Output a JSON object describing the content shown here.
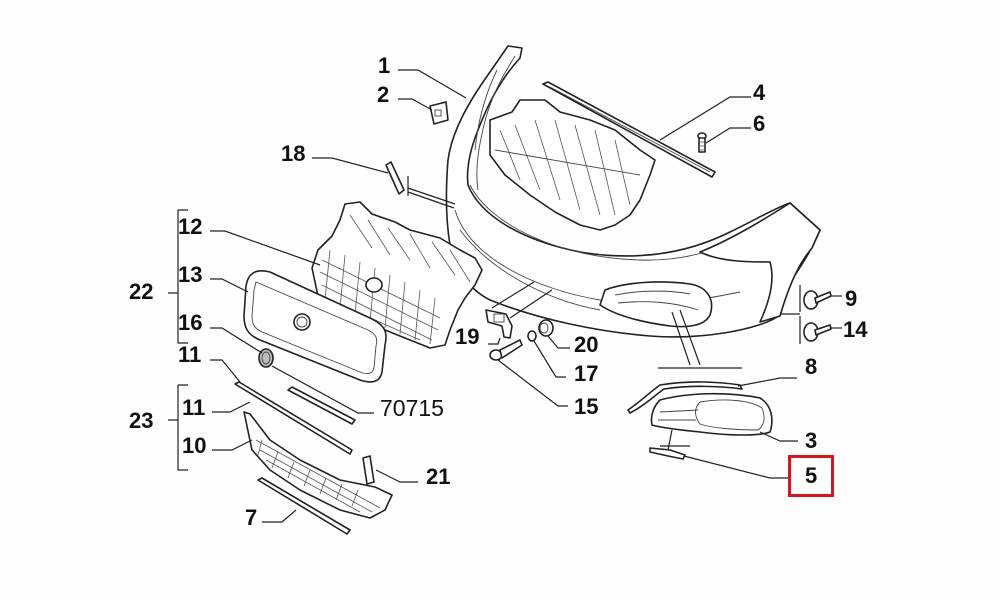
{
  "diagram": {
    "title": "Front bumper exploded parts view",
    "labels": {
      "p1": "1",
      "p2": "2",
      "p3": "3",
      "p4": "4",
      "p5": "5",
      "p6": "6",
      "p7": "7",
      "p8": "8",
      "p9": "9",
      "p10": "10",
      "p11a": "11",
      "p11b": "11",
      "p12": "12",
      "p13": "13",
      "p14": "14",
      "p15": "15",
      "p16": "16",
      "p17": "17",
      "p18": "18",
      "p19": "19",
      "p20": "20",
      "p21": "21",
      "g22": "22",
      "g23": "23",
      "ref": "70715"
    },
    "highlighted_part": "5",
    "highlight_color": "#d9141c"
  }
}
